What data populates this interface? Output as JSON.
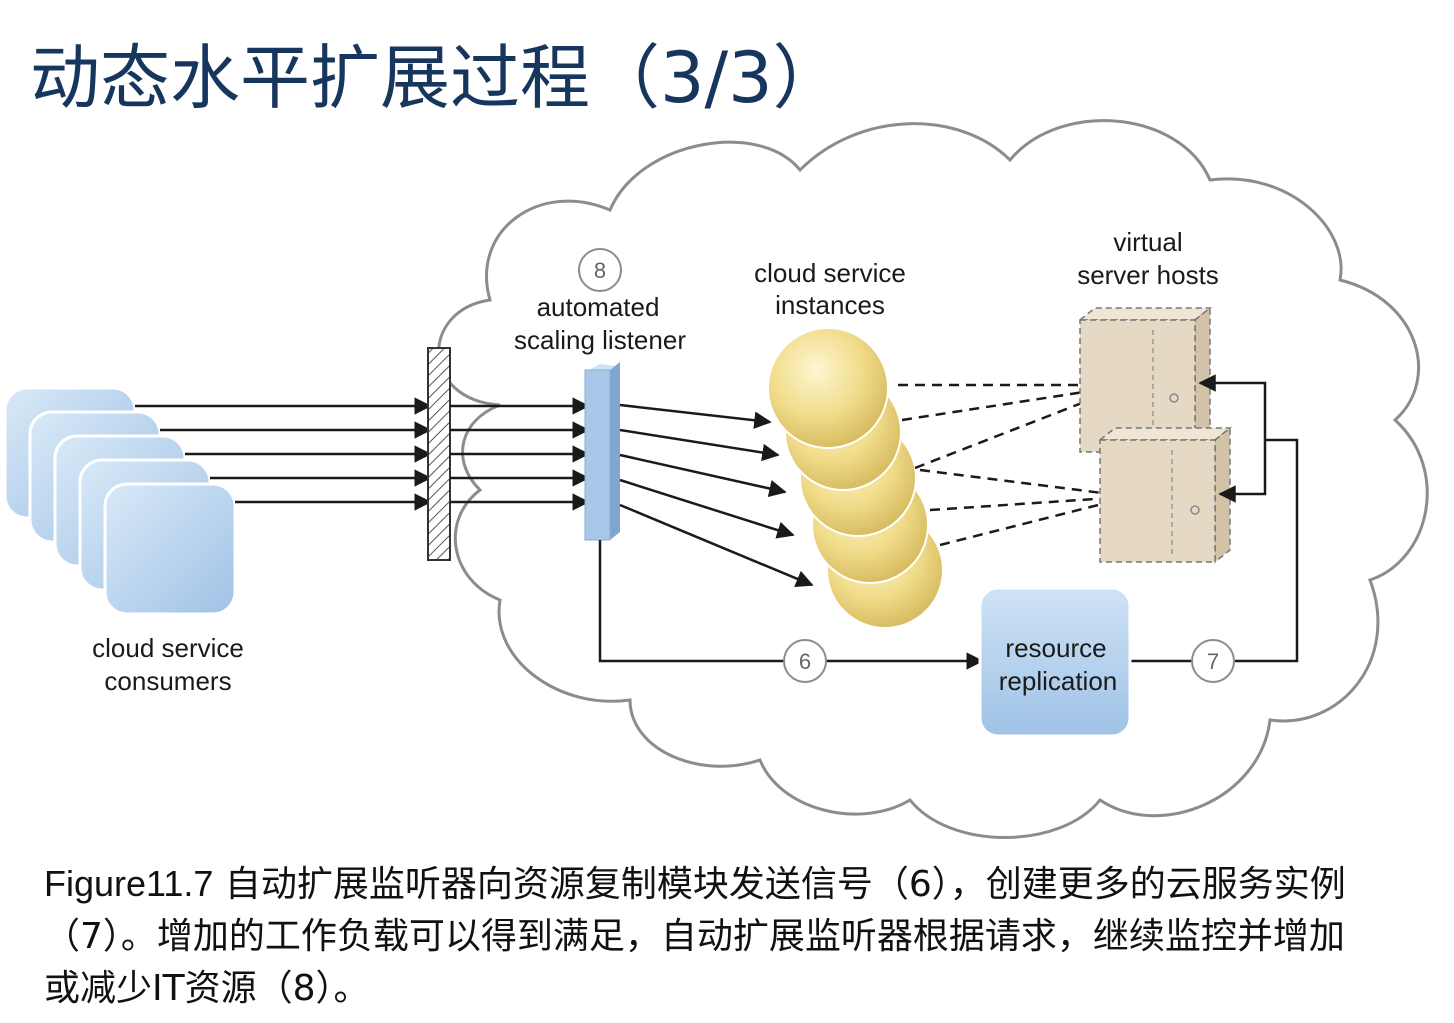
{
  "title": "动态水平扩展过程（3/3）",
  "diagram": {
    "labels": {
      "automated_scaling_listener": [
        "automated",
        "scaling listener"
      ],
      "cloud_service_instances": [
        "cloud service",
        "instances"
      ],
      "virtual_server_hosts": [
        "virtual",
        "server hosts"
      ],
      "cloud_service_consumers": [
        "cloud service",
        "consumers"
      ],
      "resource_replication": [
        "resource",
        "replication"
      ]
    },
    "step_markers": [
      "8",
      "6",
      "7"
    ]
  },
  "caption": {
    "lead": "Figure11.7",
    "text": " 自动扩展监听器向资源复制模块发送信号（6），创建更多的云服务实例（7）。增加的工作负载可以得到满足，自动扩展监听器根据请求，继续监控并增加或减少IT资源（8）。"
  },
  "colors": {
    "title": "#17365d",
    "consumer_fill": "#b3d1ef",
    "listener_fill": "#a9c7e8",
    "instance_fill": "#f1dc8a",
    "host_fill": "#e6d9c4",
    "cloud_stroke": "#8c8c8c"
  }
}
